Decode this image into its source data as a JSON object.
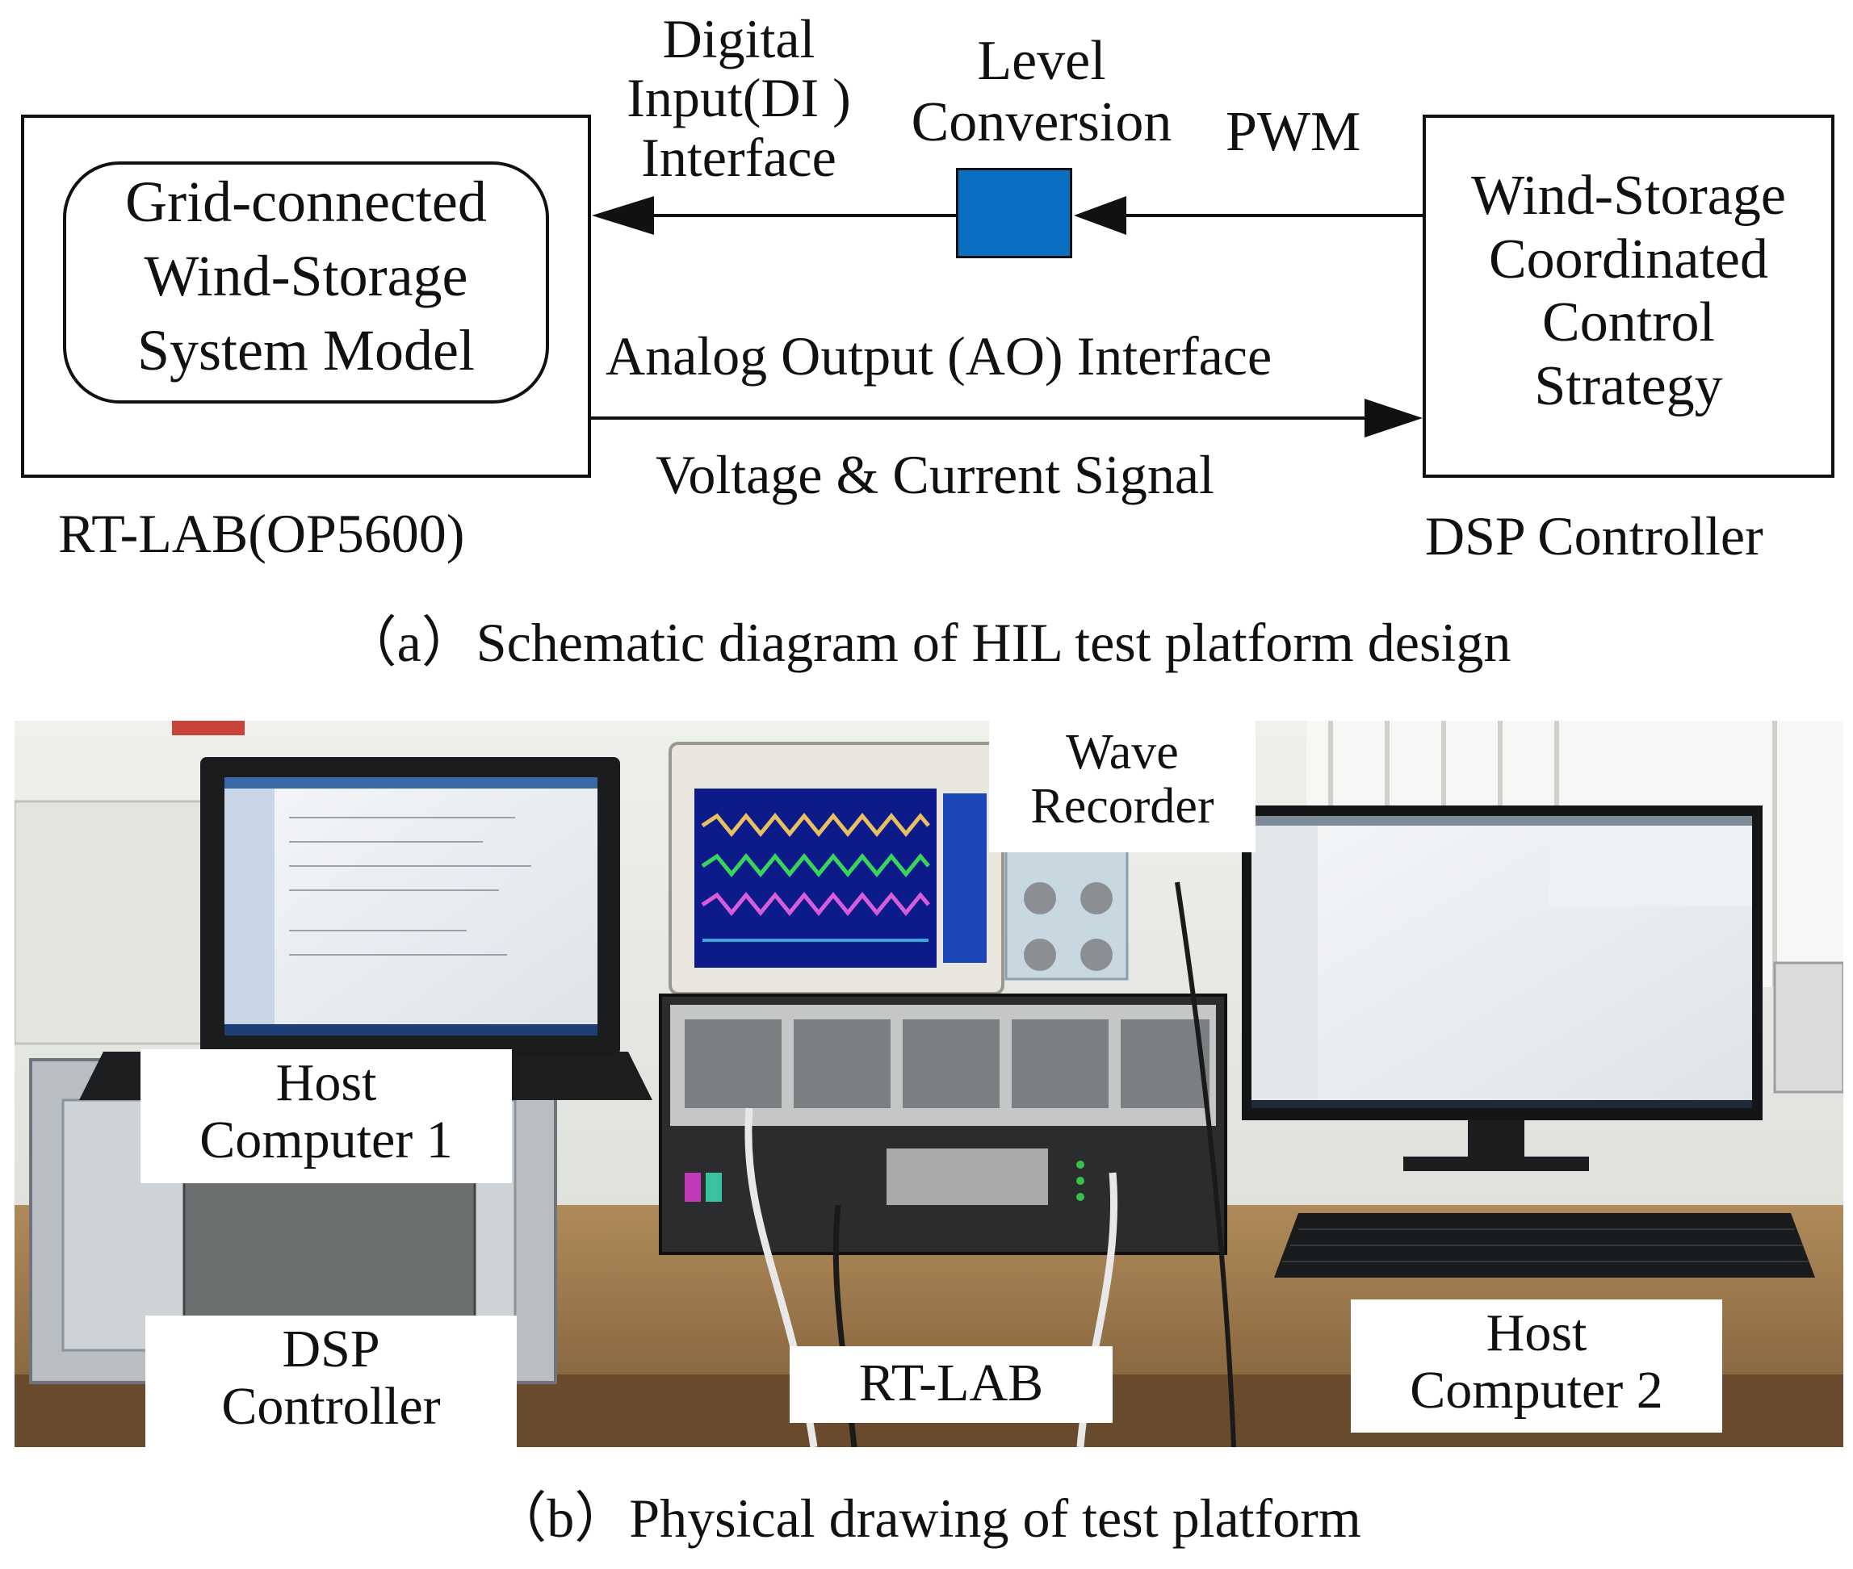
{
  "schematic": {
    "left_block": {
      "model_lines": [
        "Grid-connected",
        "Wind-Storage",
        "System Model"
      ],
      "label": "RT-LAB(OP5600)"
    },
    "right_block": {
      "strategy_lines": [
        "Wind-Storage",
        "Coordinated",
        "Control",
        "Strategy"
      ],
      "label": "DSP Controller"
    },
    "di_interface_lines": [
      "Digital",
      "Input(DI )",
      "Interface"
    ],
    "level_conversion_lines": [
      "Level",
      "Conversion"
    ],
    "pwm": "PWM",
    "ao_interface": "Analog Output (AO) Interface",
    "voltage_current": "Voltage & Current Signal",
    "level_block_color": "#0a6fc2",
    "caption": "（a）Schematic diagram of HIL test platform design"
  },
  "photo": {
    "callouts": {
      "wave_recorder": [
        "Wave",
        "Recorder"
      ],
      "host1": [
        "Host",
        "Computer 1"
      ],
      "dsp": [
        "DSP",
        "Controller"
      ],
      "rtlab": "RT-LAB",
      "host2": [
        "Host",
        "Computer 2"
      ]
    },
    "caption": "（b）Physical drawing of test platform"
  }
}
